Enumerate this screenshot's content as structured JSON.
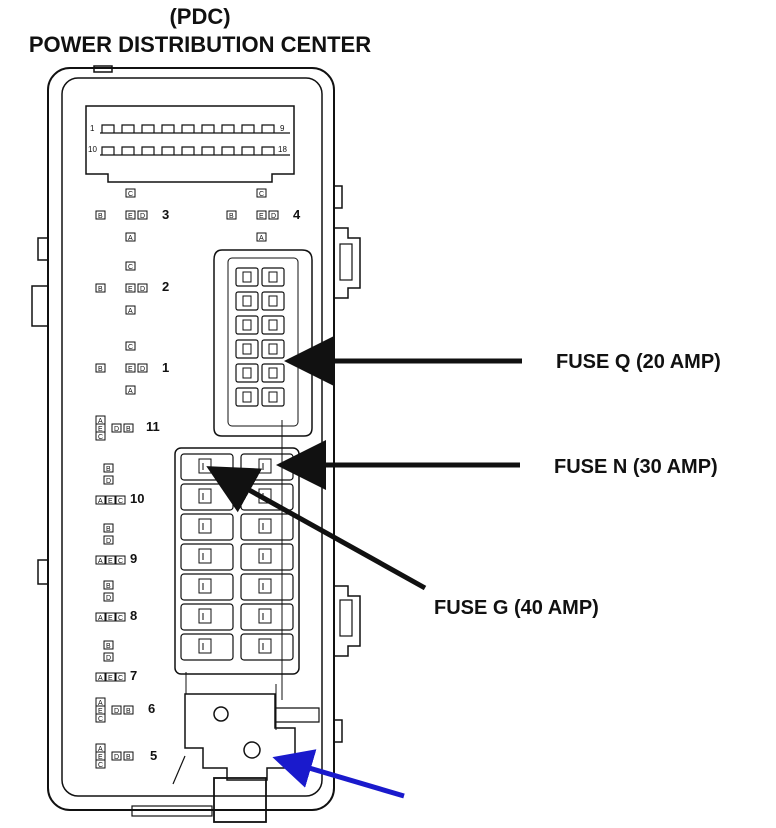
{
  "header": {
    "abbrev": "(PDC)",
    "title": "POWER DISTRIBUTION CENTER"
  },
  "connector": {
    "pin_start_row1": "1",
    "pin_end_row1": "9",
    "pin_start_row2": "10",
    "pin_end_row2": "18"
  },
  "relay_pin_labels": [
    "A",
    "B",
    "C",
    "D",
    "E"
  ],
  "relays": [
    {
      "number": "3"
    },
    {
      "number": "4"
    },
    {
      "number": "2"
    },
    {
      "number": "1"
    },
    {
      "number": "11"
    },
    {
      "number": "10"
    },
    {
      "number": "9"
    },
    {
      "number": "8"
    },
    {
      "number": "7"
    },
    {
      "number": "6"
    },
    {
      "number": "5"
    }
  ],
  "callouts": {
    "fuse_q": "FUSE Q (20 AMP)",
    "fuse_n": "FUSE N (30 AMP)",
    "fuse_g": "FUSE G (40 AMP)"
  },
  "colors": {
    "line": "#111111",
    "pointer_arrow": "#1a1acc"
  }
}
